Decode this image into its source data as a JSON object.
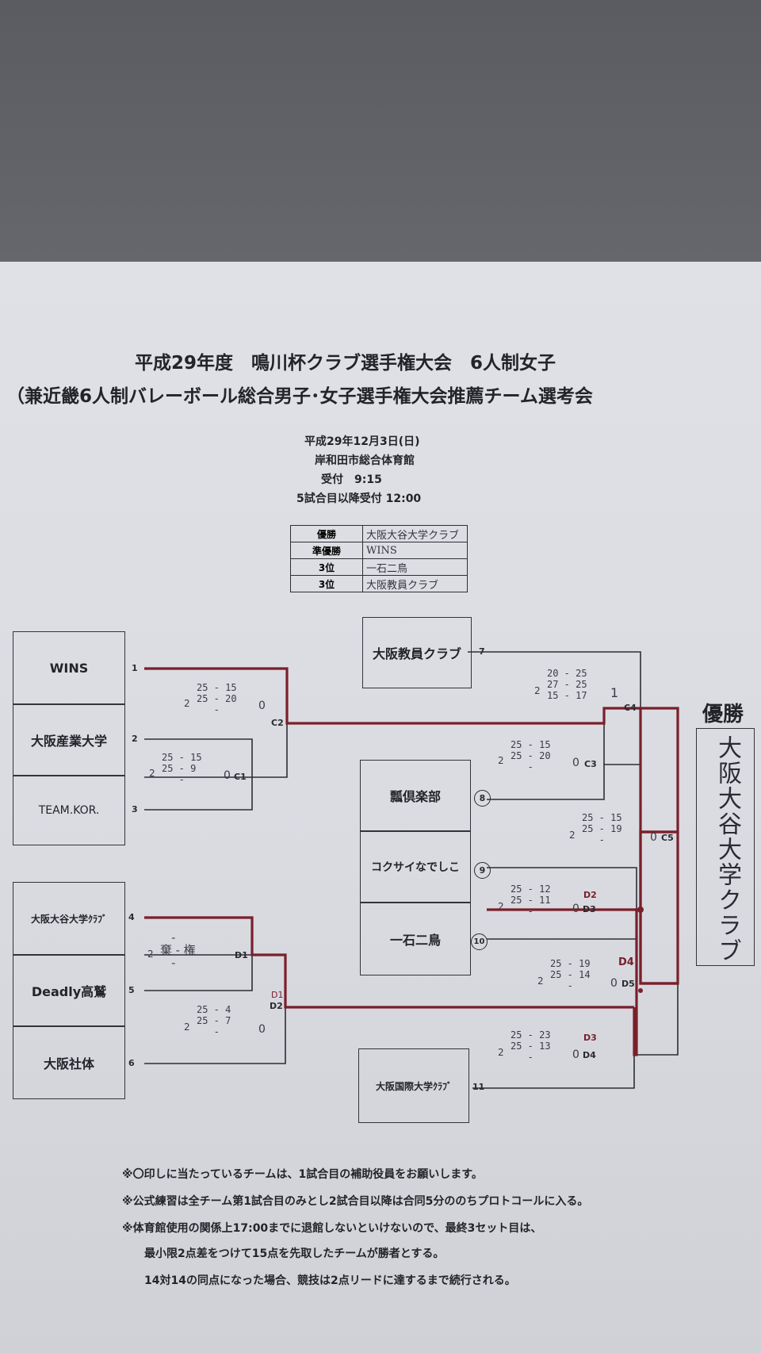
{
  "doc": {
    "title": "平成29年度　鳴川杯クラブ選手権大会　6人制女子",
    "subtitle": "（兼近畿6人制バレーボール総合男子･女子選手権大会推薦チーム選考会",
    "date": "平成29年12月3日(日)",
    "venue": "岸和田市総合体育館",
    "reception": "受付　9:15",
    "reception2": "5試合目以降受付 12:00"
  },
  "results": [
    {
      "rank": "優勝",
      "team": "大阪大谷大学クラブ"
    },
    {
      "rank": "準優勝",
      "team": "WINS"
    },
    {
      "rank": "3位",
      "team": "一石二鳥"
    },
    {
      "rank": "3位",
      "team": "大阪教員クラブ"
    }
  ],
  "teams": [
    {
      "name": "WINS",
      "num": "1"
    },
    {
      "name": "大阪産業大学",
      "num": "2"
    },
    {
      "name": "TEAM.KOR.",
      "num": "3"
    },
    {
      "name": "大阪大谷大学ｸﾗﾌﾞ",
      "num": "4"
    },
    {
      "name": "Deadly高鷲",
      "num": "5"
    },
    {
      "name": "大阪社体",
      "num": "6"
    },
    {
      "name": "大阪教員クラブ",
      "num": "7"
    },
    {
      "name": "瓢倶楽部",
      "num": "8"
    },
    {
      "name": "コクサイなでしこ",
      "num": "9"
    },
    {
      "name": "一石二鳥",
      "num": "10"
    },
    {
      "name": "大阪国際大学ｸﾗﾌﾞ",
      "num": "11"
    }
  ],
  "matches": {
    "c1": {
      "id": "C1",
      "sets": "25 - 15\n25 - 9\n   -",
      "left": "2",
      "right": "0"
    },
    "c2": {
      "id": "C2",
      "sets": "25 - 15\n25 - 20\n   -",
      "left": "2",
      "right": "0"
    },
    "c3": {
      "id": "C3",
      "sets": "25 - 15\n25 - 20\n   -",
      "left": "2",
      "right": "0"
    },
    "c4": {
      "id": "C4",
      "sets": "20 - 25\n27 - 25\n15 - 17",
      "left": "2",
      "right": "1"
    },
    "c5": {
      "id": "C5",
      "sets": "25 - 15\n25 - 19\n   -",
      "left": "2",
      "right": "0"
    },
    "d1": {
      "id": "D1",
      "sets": "   -\n棄 - 権\n   -",
      "left": "2",
      "right": ""
    },
    "d2": {
      "id": "D2",
      "sets": "25 - 4\n25 - 7\n   -",
      "left": "2",
      "right": "0",
      "mark": "D1"
    },
    "d3": {
      "id": "D3",
      "sets": "25 - 12\n25 - 11\n   -",
      "left": "2",
      "right": "0",
      "mark": "D2"
    },
    "d4": {
      "id": "D4",
      "sets": "25 - 23\n25 - 13\n   -",
      "left": "2",
      "right": "0",
      "mark": "D3"
    },
    "d5": {
      "id": "D5",
      "sets": "25 - 19\n25 - 14\n   -",
      "left": "2",
      "right": "0",
      "mark": "D4"
    }
  },
  "champion": {
    "label": "優勝",
    "name": "大阪大谷大学クラブ"
  },
  "notes": [
    "※〇印しに当たっているチームは、1試合目の補助役員をお願いします。",
    "※公式練習は全チーム第1試合目のみとし2試合目以降は合同5分ののちプロトコールに入る。",
    "※体育館使用の関係上17:00までに退館しないといけないので、最終3セット目は、",
    "最小限2点差をつけて15点を先取したチームが勝者とする。",
    "14対14の同点になった場合、競技は2点リードに達するまで続行される。"
  ],
  "colors": {
    "paper": "#dcdee3",
    "ink": "#23242a",
    "winner_line": "#7a1f2b"
  }
}
